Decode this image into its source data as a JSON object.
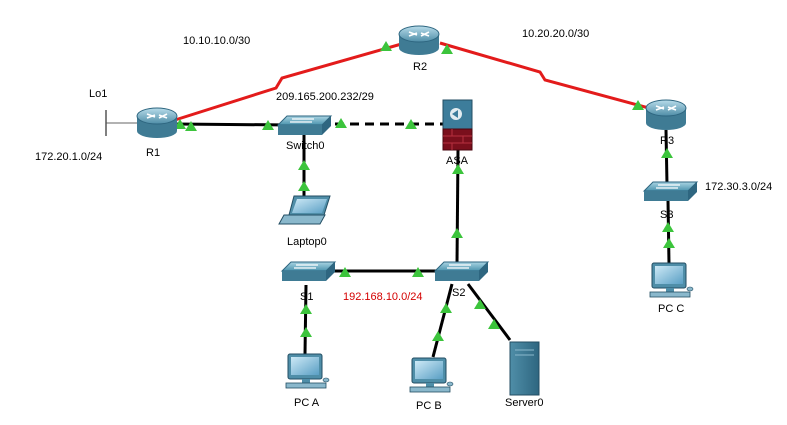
{
  "subnet_labels": {
    "r1_r2": "10.10.10.0/30",
    "r2_r3": "10.20.20.0/30",
    "outside": "209.165.200.232/29",
    "r1_lo1": "172.20.1.0/24",
    "r3_lan": "172.30.3.0/24",
    "inside": "192.168.10.0/24"
  },
  "device_labels": {
    "lo1": "Lo1",
    "r1": "R1",
    "r2": "R2",
    "r3": "R3",
    "switch0": "Switch0",
    "asa": "ASA",
    "laptop0": "Laptop0",
    "s1": "S1",
    "s2": "S2",
    "s3": "S3",
    "pca": "PC A",
    "pcb": "PC B",
    "pcc": "PC C",
    "server0": "Server0"
  },
  "colors": {
    "serial_link": "#e31b1b",
    "ethernet_link": "#000000",
    "link_up_indicator": "#3cc43c",
    "inside_subnet_text": "#d40000",
    "router_body": "#4f8ea8",
    "switch_body": "#5aa3bb",
    "asa_top": "#3d7d9b",
    "asa_bottom": "#7a0f1c"
  }
}
